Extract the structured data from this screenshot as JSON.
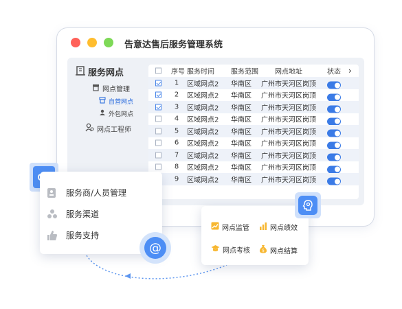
{
  "window": {
    "title": "告意达售后服务管理系统"
  },
  "sidebar": {
    "title": "服务网点",
    "items": [
      {
        "label": "网点管理",
        "icon": "store-icon"
      },
      {
        "label": "自营网点",
        "icon": "store-small-icon",
        "active": true
      },
      {
        "label": "外包网点",
        "icon": "user-group-icon"
      },
      {
        "label": "网点工程师",
        "icon": "engineer-icon"
      }
    ]
  },
  "table": {
    "headers": {
      "no": "序号",
      "time": "服务时间",
      "range": "服务范围",
      "addr": "网点地址",
      "status": "状态"
    },
    "rows": [
      {
        "no": "1",
        "time": "区域网点2",
        "range": "华南区",
        "addr": "广州市天河区岗顶",
        "checked": true,
        "status_on": true
      },
      {
        "no": "2",
        "time": "区域网点2",
        "range": "华南区",
        "addr": "广州市天河区岗顶",
        "checked": true,
        "status_on": true
      },
      {
        "no": "3",
        "time": "区域网点2",
        "range": "华南区",
        "addr": "广州市天河区岗顶",
        "checked": true,
        "status_on": true
      },
      {
        "no": "4",
        "time": "区域网点2",
        "range": "华南区",
        "addr": "广州市天河区岗顶",
        "checked": false,
        "status_on": true
      },
      {
        "no": "5",
        "time": "区域网点2",
        "range": "华南区",
        "addr": "广州市天河区岗顶",
        "checked": false,
        "status_on": true
      },
      {
        "no": "6",
        "time": "区域网点2",
        "range": "华南区",
        "addr": "广州市天河区岗顶",
        "checked": false,
        "status_on": true
      },
      {
        "no": "7",
        "time": "区域网点2",
        "range": "华南区",
        "addr": "广州市天河区岗顶",
        "checked": false,
        "status_on": true
      },
      {
        "no": "8",
        "time": "区域网点2",
        "range": "华南区",
        "addr": "广州市天河区岗顶",
        "checked": false,
        "status_on": true
      },
      {
        "no": "9",
        "time": "区域网点2",
        "range": "华南区",
        "addr": "广州市天河区岗顶",
        "checked": false,
        "status_on": true
      }
    ]
  },
  "left_card": {
    "items": [
      {
        "label": "服务商/人员管理",
        "icon": "id-card-icon"
      },
      {
        "label": "服务渠道",
        "icon": "channel-icon"
      },
      {
        "label": "服务支持",
        "icon": "thumbs-up-icon"
      }
    ]
  },
  "right_card": {
    "items": [
      {
        "label": "网点监管",
        "icon": "trend-chart-icon"
      },
      {
        "label": "网点绩效",
        "icon": "bar-chart-icon"
      },
      {
        "label": "网点考核",
        "icon": "graduation-cap-icon"
      },
      {
        "label": "网点结算",
        "icon": "money-bag-icon"
      }
    ]
  },
  "colors": {
    "accent": "#4d8ef5",
    "toggle": "#3b7be6",
    "panel_bg": "#eef1f6",
    "row_alt": "#eef2f9"
  }
}
